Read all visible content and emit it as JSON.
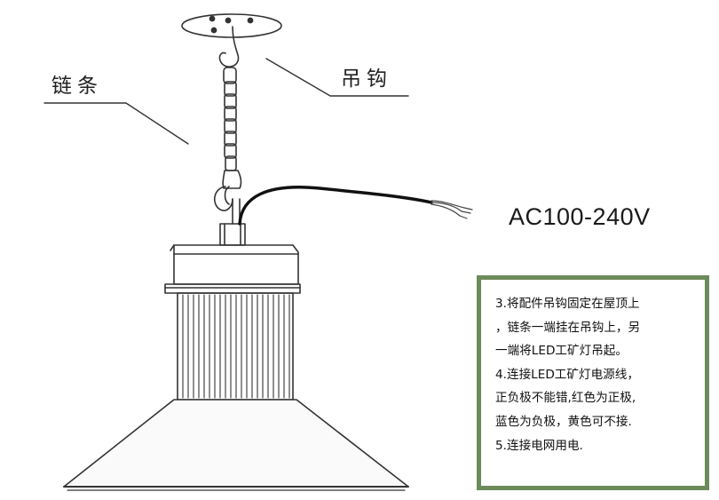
{
  "labels": {
    "chain": "链条",
    "hook": "吊钩",
    "voltage": "AC100-240V"
  },
  "instructions": [
    "3.将配件吊钩固定在屋顶上",
    "，链条一端挂在吊钩上，另",
    "一端将LED工矿灯吊起。",
    "4.连接LED工矿灯电源线，",
    "正负极不能错,红色为正极,",
    "蓝色为负极，黄色可不接.",
    "5.连接电网用电."
  ],
  "colors": {
    "panel_border": "#6c8a5a",
    "line": "#333333"
  }
}
